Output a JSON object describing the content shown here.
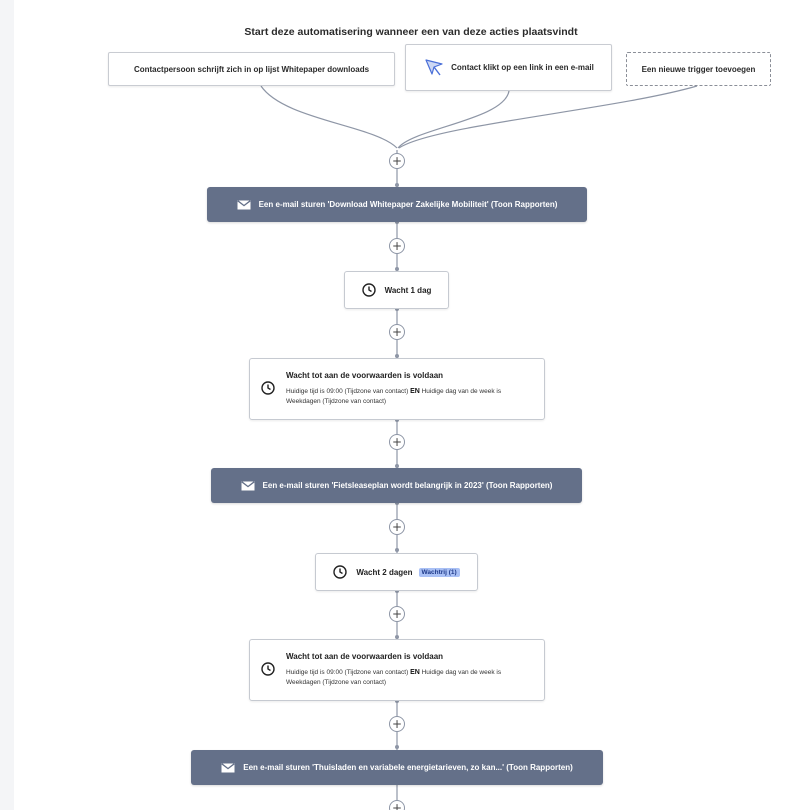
{
  "workflow": {
    "title": "Start deze automatisering wanneer een van deze acties plaatsvindt",
    "triggers": [
      {
        "label": "Contactpersoon schrijft zich in op lijst Whitepaper downloads",
        "icon": ""
      },
      {
        "label": "Contact klikt op een link in een e-mail",
        "icon": "cursor-click-icon"
      },
      {
        "label": "Een nieuwe trigger toevoegen",
        "icon": ""
      }
    ],
    "add_symbol": "+",
    "steps": [
      {
        "type": "email",
        "label": "Een e-mail sturen 'Download Whitepaper Zakelijke Mobiliteit' (Toon Rapporten)"
      },
      {
        "type": "wait",
        "label": "Wacht 1 dag",
        "badge": ""
      },
      {
        "type": "condition",
        "title": "Wacht tot aan de voorwaarden is voldaan",
        "desc_a": "Huidige tijd is 09:00 (Tijdzone van contact)",
        "join": "EN",
        "desc_b": "Huidige dag van de week is Weekdagen (Tijdzone van contact)"
      },
      {
        "type": "email",
        "label": "Een e-mail sturen 'Fietsleaseplan wordt belangrijk in 2023' (Toon Rapporten)"
      },
      {
        "type": "wait",
        "label": "Wacht 2 dagen",
        "badge": "Wachtrij (1)"
      },
      {
        "type": "condition",
        "title": "Wacht tot aan de voorwaarden is voldaan",
        "desc_a": "Huidige tijd is 09:00 (Tijdzone van contact)",
        "join": "EN",
        "desc_b": "Huidige dag van de week is Weekdagen (Tijdzone van contact)"
      },
      {
        "type": "email",
        "label": "Een e-mail sturen 'Thuisladen en variabele energietarieven, zo kan...' (Toon Rapporten)"
      }
    ]
  },
  "colors": {
    "email_bg": "#647089",
    "connector": "#8e96a6",
    "badge_bg": "#a9c0f5",
    "badge_text": "#1f3a8a"
  }
}
